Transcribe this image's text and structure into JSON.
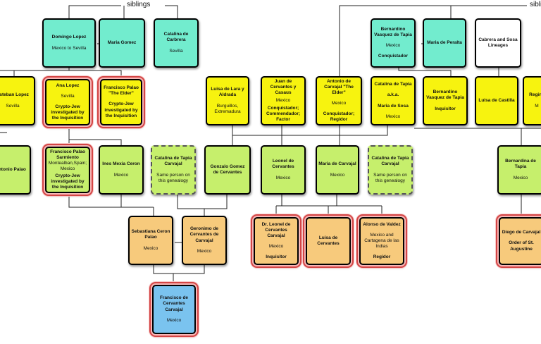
{
  "labels": {
    "siblings_left": "siblings",
    "siblings_right": "siblings"
  },
  "colors": {
    "teal": "#72ecce",
    "yellow": "#f7f30f",
    "green": "#c6ef6c",
    "orange": "#f7ca7c",
    "blue": "#7ac3ef",
    "red_ring": "#d34545"
  },
  "people": {
    "domingo": {
      "name": "Domingo Lopez",
      "detail": "Mexico to Sevilla"
    },
    "maria_gomez": {
      "name": "Maria Gomez"
    },
    "catalina_carbrera": {
      "name": "Catalina de Carbrera",
      "detail": "Sevilla"
    },
    "bernardino_vasquez": {
      "name": "Bernardino Vasquez de Tapia",
      "detail": "Mexico",
      "role": "Conquistador"
    },
    "maria_peralta": {
      "name": "Maria de Peralta"
    },
    "cabrera_sosa": {
      "name": "Cabrera and Sosa Lineages"
    },
    "esteban": {
      "name": "Esteban Lopez",
      "detail": "Sevilla"
    },
    "ana_lopez": {
      "name": "Ana Lopez",
      "detail": "Sevilla",
      "note": "Crypto-Jew investigated by the Inquisition"
    },
    "francisco_elder": {
      "name": "Francisco Palao \"The Elder\"",
      "note": "Crypto-Jew investigated by the Inquisition"
    },
    "luisa_lara": {
      "name": "Luisa de Lara y Aldrada",
      "detail": "Burguillos, Extremadura"
    },
    "juan_cervantes": {
      "name": "Juan de Cervantes y Casaus",
      "detail": "Mexico",
      "role": "Conquistador; Commendador; Factor"
    },
    "antonio_carvajal": {
      "name": "Antonio de Carvajal \"The Elder\"",
      "detail": "Mexico",
      "role": "Conquistador; Regidor"
    },
    "catalina_aka": {
      "name": "Catalina de Tapia",
      "aka": "a.k.a.",
      "alias": "Maria de Sosa",
      "detail": "Mexico"
    },
    "bernardino_inq": {
      "name": "Bernardino Vasquez de Tapia",
      "role": "Inquisitor"
    },
    "luisa_castilla": {
      "name": "Luisa de Castilla"
    },
    "regina": {
      "name": "Regina",
      "detail": "M"
    },
    "antonio_palao": {
      "name": "Antonio Palao"
    },
    "francisco_sarmiento": {
      "name": "Francisco Palao Sarmiento",
      "detail": "Montealban,Spain; Mexico",
      "note": "Crypto-Jew investigated by the Inquisition"
    },
    "ines": {
      "name": "Ines Mexia Ceron",
      "detail": "Mexico"
    },
    "catalina_same1": {
      "name": "Catalina de Tapia Carvajal",
      "note": "Same person on this genealogy"
    },
    "gonzalo": {
      "name": "Gonzalo Gomez de Cervantes"
    },
    "leonel": {
      "name": "Leonel de Cervantes",
      "detail": "Mexico"
    },
    "maria_carvajal": {
      "name": "Maria de Carvajal",
      "detail": "Mexico"
    },
    "catalina_same2": {
      "name": "Catalina de Tapia Carvajal",
      "note": "Same person on this genealogy"
    },
    "bernardina": {
      "name": "Bernardina de Tapia",
      "detail": "Mexico"
    },
    "sebastiana": {
      "name": "Sebastiana Ceron Palao",
      "detail": "Mexico"
    },
    "geronimo": {
      "name": "Geronimo de Cervantes de Carvajal",
      "detail": "Mexico"
    },
    "dr_leonel": {
      "name": "Dr. Leonel de Cervantes Carvajal",
      "detail": "Mexico",
      "role": "Inquisitor"
    },
    "luisa_cervantes": {
      "name": "Luisa de Cervantes"
    },
    "alonso": {
      "name": "Alonso de Valdez",
      "detail": "Mexico and Cartagena de las Indias",
      "role": "Regidor"
    },
    "diego": {
      "name": "Diego de Carvajal",
      "role": "Order of St. Augustine"
    },
    "francisco_final": {
      "name": "Francisco de Cervantes Carvajal",
      "detail": "Mexico"
    }
  }
}
